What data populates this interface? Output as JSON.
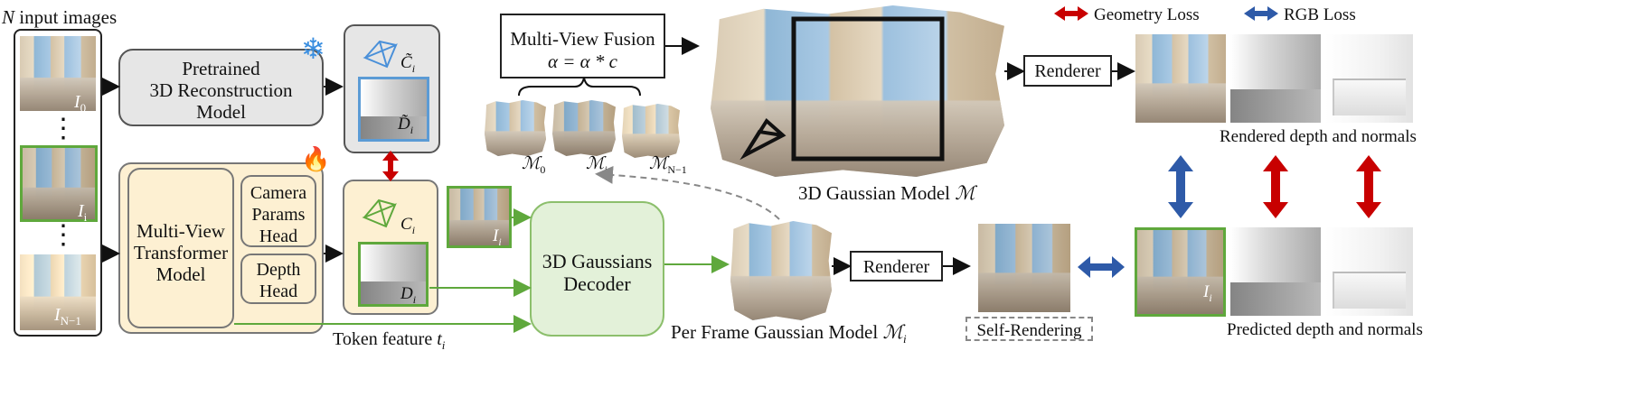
{
  "inputs": {
    "title_n": "N",
    "title_rest": " input images",
    "frame_labels": [
      {
        "base": "I",
        "sub": "0"
      },
      {
        "base": "I",
        "sub": "i"
      },
      {
        "base": "I",
        "sub": "N−1"
      }
    ],
    "dots": "⋮"
  },
  "pretrained": {
    "label_lines": [
      "Pretrained",
      "3D Reconstruction",
      "Model"
    ],
    "icon": "snowflake-icon"
  },
  "transformer": {
    "label_lines": [
      "Multi-View",
      "Transformer",
      "Model"
    ],
    "icon": "flame-icon"
  },
  "camera_head": {
    "label_lines": [
      "Camera",
      "Params",
      "Head"
    ]
  },
  "depth_head": {
    "label_lines": [
      "Depth",
      "Head"
    ]
  },
  "pseudo_gt": {
    "camera": {
      "base": "C̃",
      "sub": "i"
    },
    "depth": {
      "base": "D̃",
      "sub": "i"
    }
  },
  "prediction": {
    "camera": {
      "base": "C",
      "sub": "i"
    },
    "depth": {
      "base": "D",
      "sub": "i"
    }
  },
  "token_feature": {
    "text": "Token feature ",
    "var": "t",
    "sub": "i"
  },
  "current_frame": {
    "base": "I",
    "sub": "i"
  },
  "decoder": {
    "label_lines": [
      "3D Gaussians",
      "Decoder"
    ]
  },
  "fusion": {
    "line1": "Multi-View Fusion",
    "line2": "α = α * c"
  },
  "per_view_models": [
    {
      "base": "ℳ",
      "sub": "0"
    },
    {
      "base": "ℳ",
      "sub": "i"
    },
    {
      "base": "ℳ",
      "sub": "N−1"
    }
  ],
  "global_model": {
    "text": "3D Gaussian Model ",
    "symbol": "ℳ"
  },
  "per_frame_model": {
    "text": "Per Frame Gaussian Model ",
    "symbol": "ℳ",
    "sub": "i"
  },
  "renderer_top": "Renderer",
  "renderer_bottom": "Renderer",
  "self_rendering": "Self-Rendering",
  "legend": {
    "geometry_loss": "Geometry Loss",
    "rgb_loss": "RGB Loss"
  },
  "rendered_caption": "Rendered depth and normals",
  "predicted_caption": "Predicted depth and normals",
  "predicted_frame": {
    "base": "I",
    "sub": "i"
  },
  "colors": {
    "geometry": "#c80000",
    "rgb": "#2e5aa8",
    "green": "#5fa83c",
    "gray_box": "#e6e6e6",
    "yellow_box": "#fdf0d2",
    "decoder": "#e3f1d9",
    "camera_blue": "#4a90d9"
  }
}
